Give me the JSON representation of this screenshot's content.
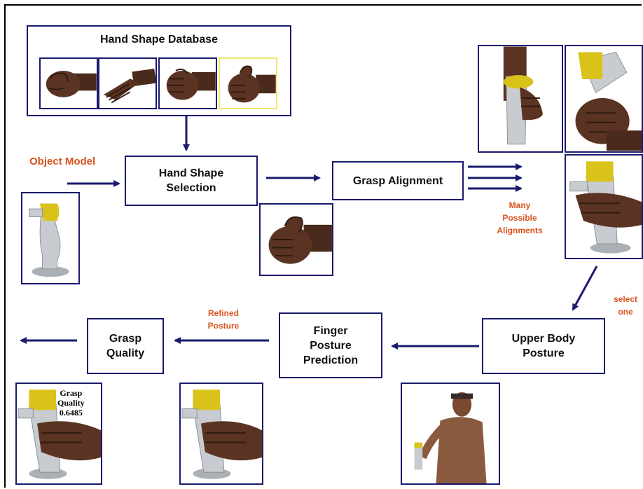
{
  "boxes": {
    "database_title": "Hand Shape Database",
    "hand_shape_selection": "Hand Shape\nSelection",
    "grasp_alignment": "Grasp Alignment",
    "upper_body_posture": "Upper Body\nPosture",
    "finger_posture_prediction": "Finger\nPosture\nPrediction",
    "grasp_quality": "Grasp\nQuality"
  },
  "labels": {
    "object_model": "Object Model",
    "many_alignments": "Many\nPossible\nAlignments",
    "select_one": "select\none",
    "refined_posture": "Refined\nPosture"
  },
  "grasp_quality_overlay": "Grasp\nQuality\n0.6485",
  "colors": {
    "box_border": "#1a1a6e",
    "arrow": "#1a1a6e",
    "label": "#d9531e",
    "skin": "#5a3322",
    "handle_grey": "#c8ccd0",
    "trigger_yellow": "#d9c21a"
  }
}
